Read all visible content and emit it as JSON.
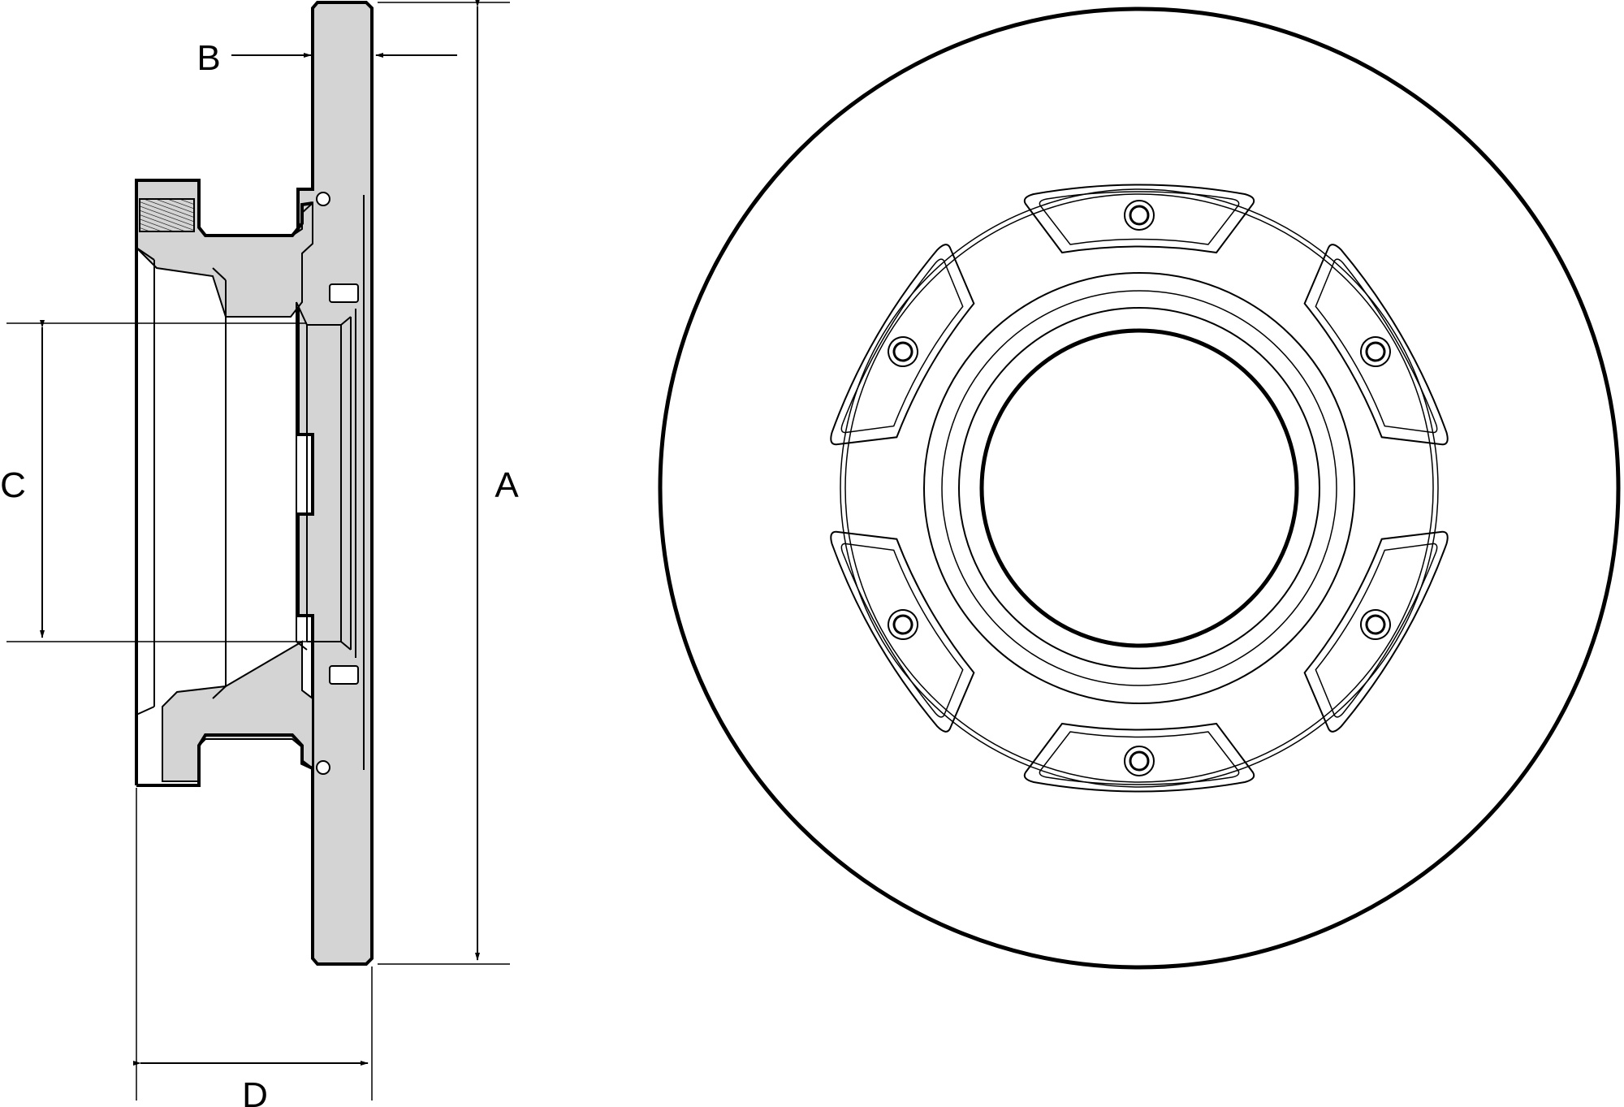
{
  "labels": {
    "a": "A",
    "b": "B",
    "c": "C",
    "d": "D"
  },
  "colors": {
    "line": "#000000",
    "section_fill": "#d4d4d4",
    "background": "#ffffff"
  }
}
